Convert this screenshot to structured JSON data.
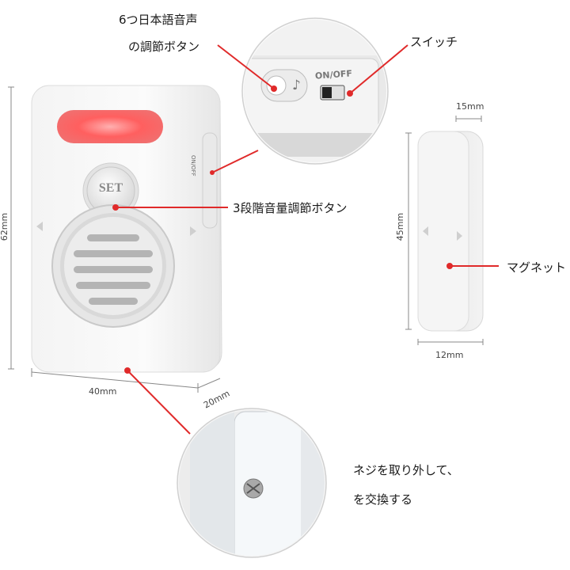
{
  "labels": {
    "voice_line1": "6つ日本語音声",
    "voice_line2": "の調節ボタン",
    "switch": "スイッチ",
    "volume": "3段階音量調節ボタン",
    "magnet": "マグネット",
    "screw_line1": "ネジを取り外して、",
    "screw_line2": "を交換する"
  },
  "dimensions": {
    "height": "62mm",
    "width": "40mm",
    "depth": "20mm",
    "magnet_depth": "15mm",
    "magnet_height": "45mm",
    "magnet_width": "12mm"
  },
  "device_text": {
    "set_button": "SET",
    "switch_label": "ON/OFF",
    "side_switch_label": "ON/OFF",
    "music_note": "♪"
  },
  "colors": {
    "accent_red": "#e02a2a",
    "led_red": "#ff5a5a",
    "device_white": "#f6f6f6",
    "device_gray": "#c9c9c9"
  }
}
